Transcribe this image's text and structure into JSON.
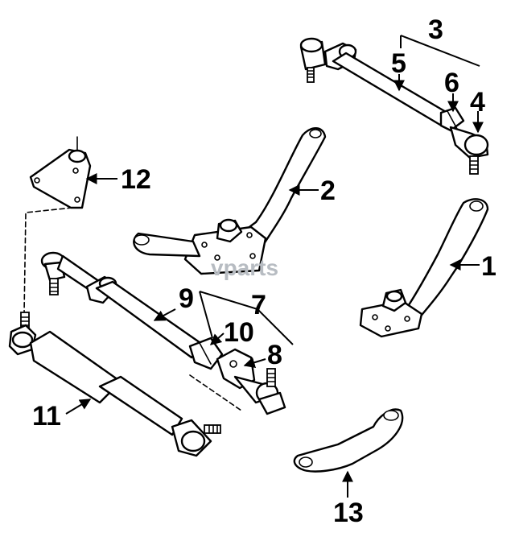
{
  "watermark": "vparts",
  "callouts": {
    "c1": "1",
    "c2": "2",
    "c3": "3",
    "c4": "4",
    "c5": "5",
    "c6": "6",
    "c7": "7",
    "c8": "8",
    "c9": "9",
    "c10": "10",
    "c11": "11",
    "c12": "12",
    "c13": "13"
  },
  "colors": {
    "line": "#000000",
    "background": "#ffffff",
    "watermark": "#b7bcc2"
  }
}
